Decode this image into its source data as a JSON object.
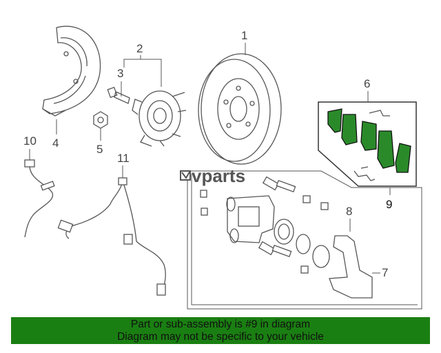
{
  "callouts": {
    "c1": "1",
    "c2": "2",
    "c3": "3",
    "c4": "4",
    "c5": "5",
    "c6": "6",
    "c7": "7",
    "c8": "8",
    "c9": "9",
    "c10": "10",
    "c11": "11"
  },
  "watermark": {
    "text": "vparts"
  },
  "banner": {
    "line1": "Part or sub-assembly is #9 in diagram",
    "line2": "Diagram may not be specific to your vehicle"
  },
  "colors": {
    "highlight": "#2a8a2a",
    "banner_background": "#1a7f12",
    "line": "#555555"
  }
}
